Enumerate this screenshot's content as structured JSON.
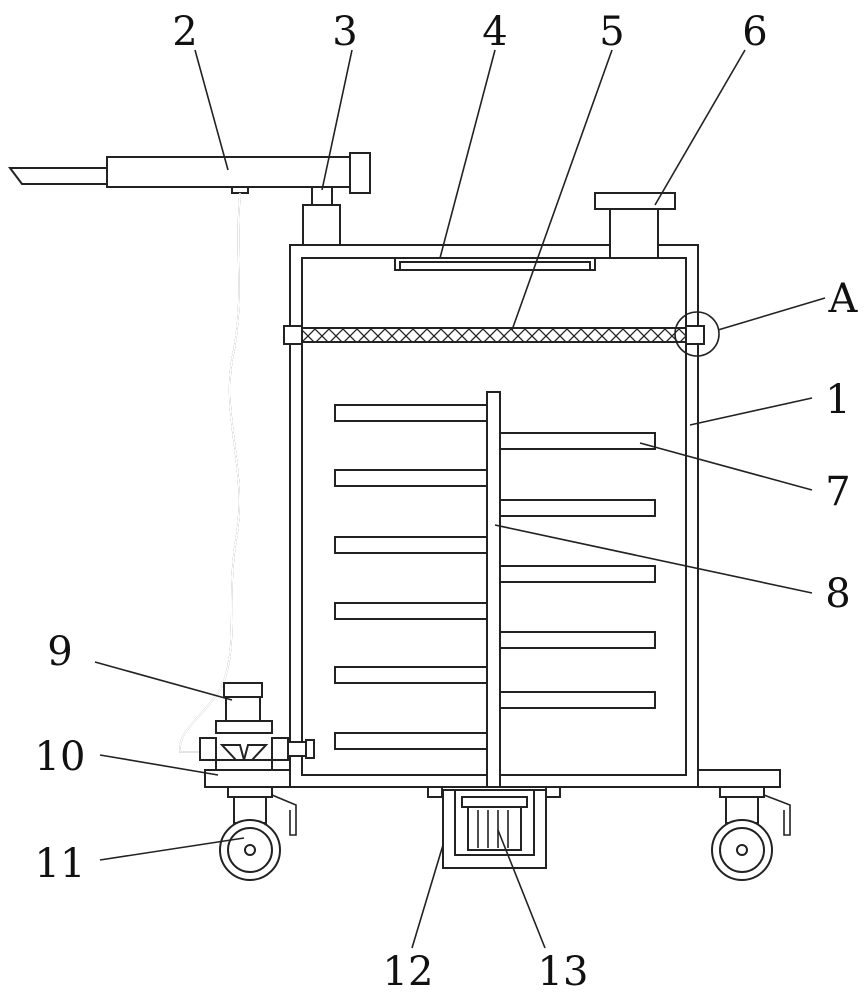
{
  "figure": {
    "labels": {
      "l1": "1",
      "l2": "2",
      "l3": "3",
      "l4": "4",
      "l5": "5",
      "l6": "6",
      "lA": "A",
      "l7": "7",
      "l8": "8",
      "l9": "9",
      "l10": "10",
      "l11": "11",
      "l12": "12",
      "l13": "13"
    },
    "line_color": "#222222"
  }
}
